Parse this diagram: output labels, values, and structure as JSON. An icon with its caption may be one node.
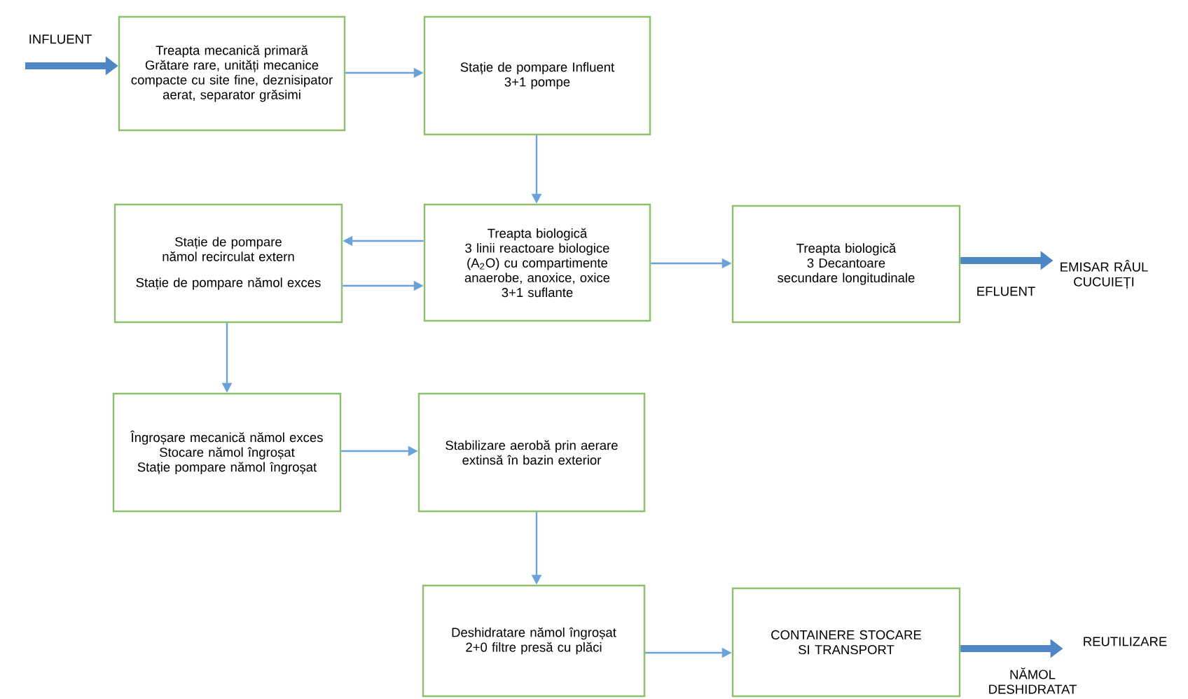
{
  "diagram": {
    "nodes": [
      {
        "text": [
          "Treapta mecanică primară",
          "Grătare rare, unități mecanice compacte cu site fine, deznisipator aerat, separator grăsimi"
        ]
      },
      {
        "text": [
          "Stație de pompare Influent",
          "3+1 pompe"
        ]
      },
      {
        "text": [
          "Treapta biologică",
          "3 linii reactoare biologice (A$_{2}$O) cu compartimente anaerobe, anoxice, oxice",
          "3+1 suflante"
        ]
      },
      {
        "text": [
          "Stație de pompare nămol recirculat extern",
          "Stație de pompare nămol exces"
        ]
      },
      {
        "text": [
          "Treapta biologică",
          "3 Decantoare secundare longitudinale"
        ]
      },
      {
        "text": [
          "EMISAR RÂUL CUCUIEȚI"
        ]
      },
      {
        "text": [
          "Îngroșare mecanică nămol exces",
          "Stocare nămol îngroșat",
          "Stație pompare nămol îngroșat"
        ]
      },
      {
        "text": [
          "Stabilizare aerobă prin aerare extinsă în bazin exterior"
        ]
      },
      {
        "text": [
          "Deshidratare nămol îngroșat",
          "2+0 filtre presă cu plăci"
        ]
      },
      {
        "text": [
          "CONTAINERE STOCARE SI TRANSPORT"
        ]
      },
      {
        "text": [
          "REUTILIZARE"
        ]
      }
    ],
    "edges": [
      {
        "from": null,
        "to": 0,
        "arrow": "to",
        "label": "INFLUENT",
        "style": "thick"
      },
      {
        "from": 0,
        "to": 1,
        "arrow": "to"
      },
      {
        "from": 1,
        "to": 2,
        "arrow": "to"
      },
      {
        "from": 2,
        "to": 3,
        "arrow": "to"
      },
      {
        "from": 3,
        "to": 2,
        "arrow": "to"
      },
      {
        "from": 2,
        "to": 4,
        "arrow": "to"
      },
      {
        "from": 4,
        "to": 5,
        "arrow": "to",
        "label": "EFLUENT",
        "style": "thick"
      },
      {
        "from": 3,
        "to": 6,
        "arrow": "to"
      },
      {
        "from": 6,
        "to": 7,
        "arrow": "to"
      },
      {
        "from": 7,
        "to": 8,
        "arrow": "to"
      },
      {
        "from": 8,
        "to": 9,
        "arrow": "to"
      },
      {
        "from": 9,
        "to": 10,
        "arrow": "to",
        "label": "NĂMOL DESHIDRATAT",
        "style": "thick"
      }
    ]
  }
}
